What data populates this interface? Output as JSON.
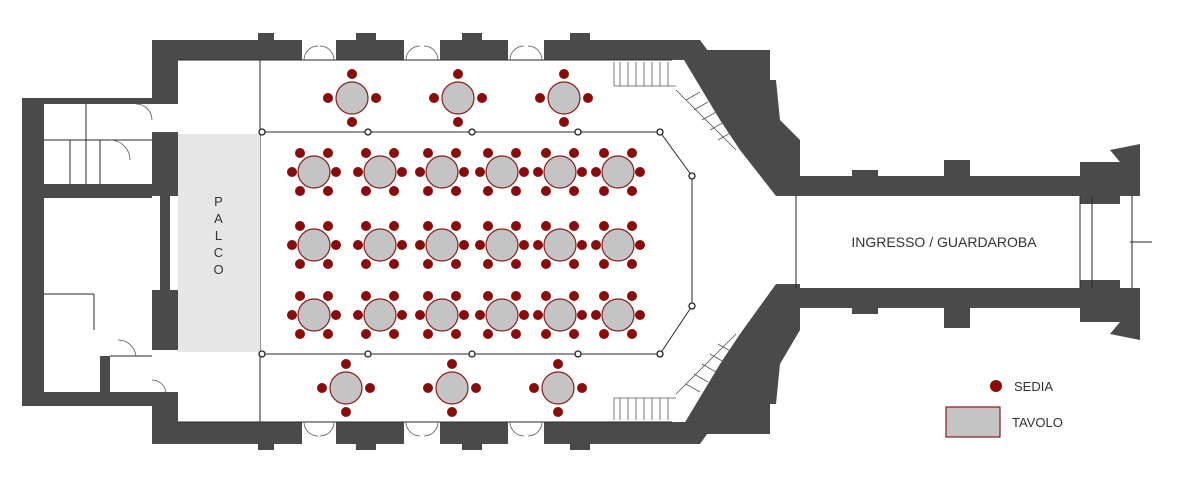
{
  "stage": {
    "label": "PALCO"
  },
  "entrance": {
    "label": "INGRESSO / GUARDAROBA"
  },
  "legend": {
    "chair_label": "SEDIA",
    "table_label": "TAVOLO"
  },
  "colors": {
    "wall": "#4a4a4a",
    "chair": "#8b0b0b",
    "table_fill": "#c4c4c4",
    "table_stroke": "#8b1a1a",
    "stage_fill": "#e6e6e6"
  }
}
